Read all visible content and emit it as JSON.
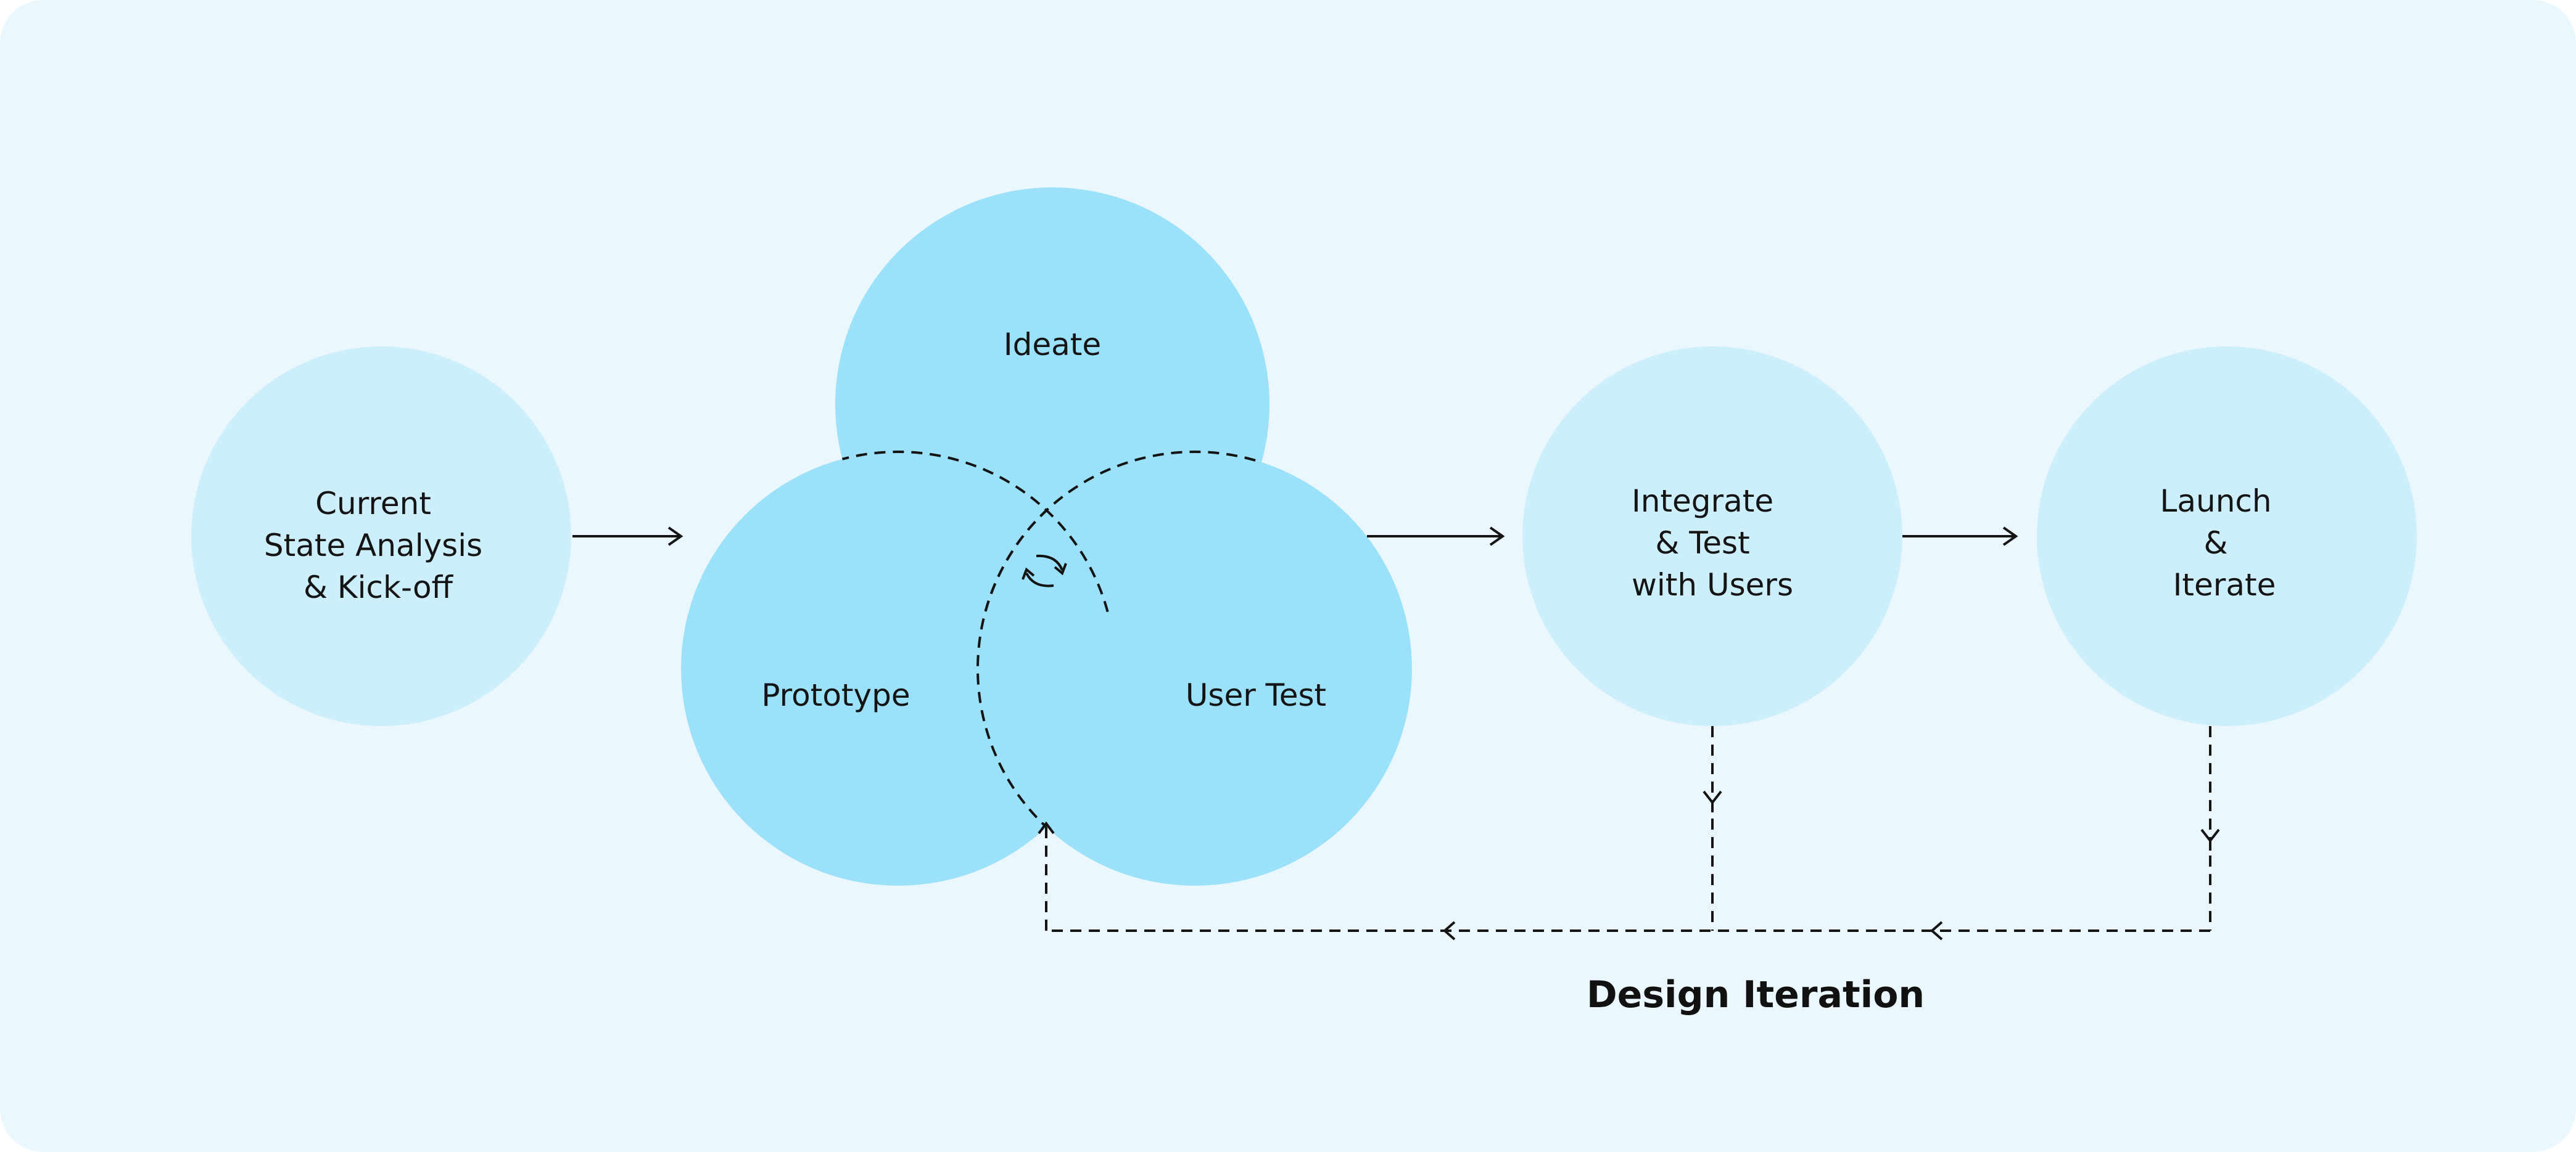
{
  "colors": {
    "background": "#eaf7fd",
    "light_circle": "#cdeffc",
    "dark_circle": "#9be1fa",
    "stroke": "#141414"
  },
  "nodes": {
    "current_state": {
      "lines": [
        "Current",
        "State Analysis",
        "& Kick-off"
      ]
    },
    "ideate": {
      "label": "Ideate"
    },
    "prototype": {
      "label": "Prototype"
    },
    "user_test": {
      "label": "User Test"
    },
    "integrate": {
      "lines": [
        "Integrate",
        "& Test",
        "with Users"
      ]
    },
    "launch": {
      "lines": [
        "Launch",
        "&",
        "Iterate"
      ]
    }
  },
  "loop_label": "Design Iteration",
  "icons": {
    "center": "refresh-icon"
  }
}
